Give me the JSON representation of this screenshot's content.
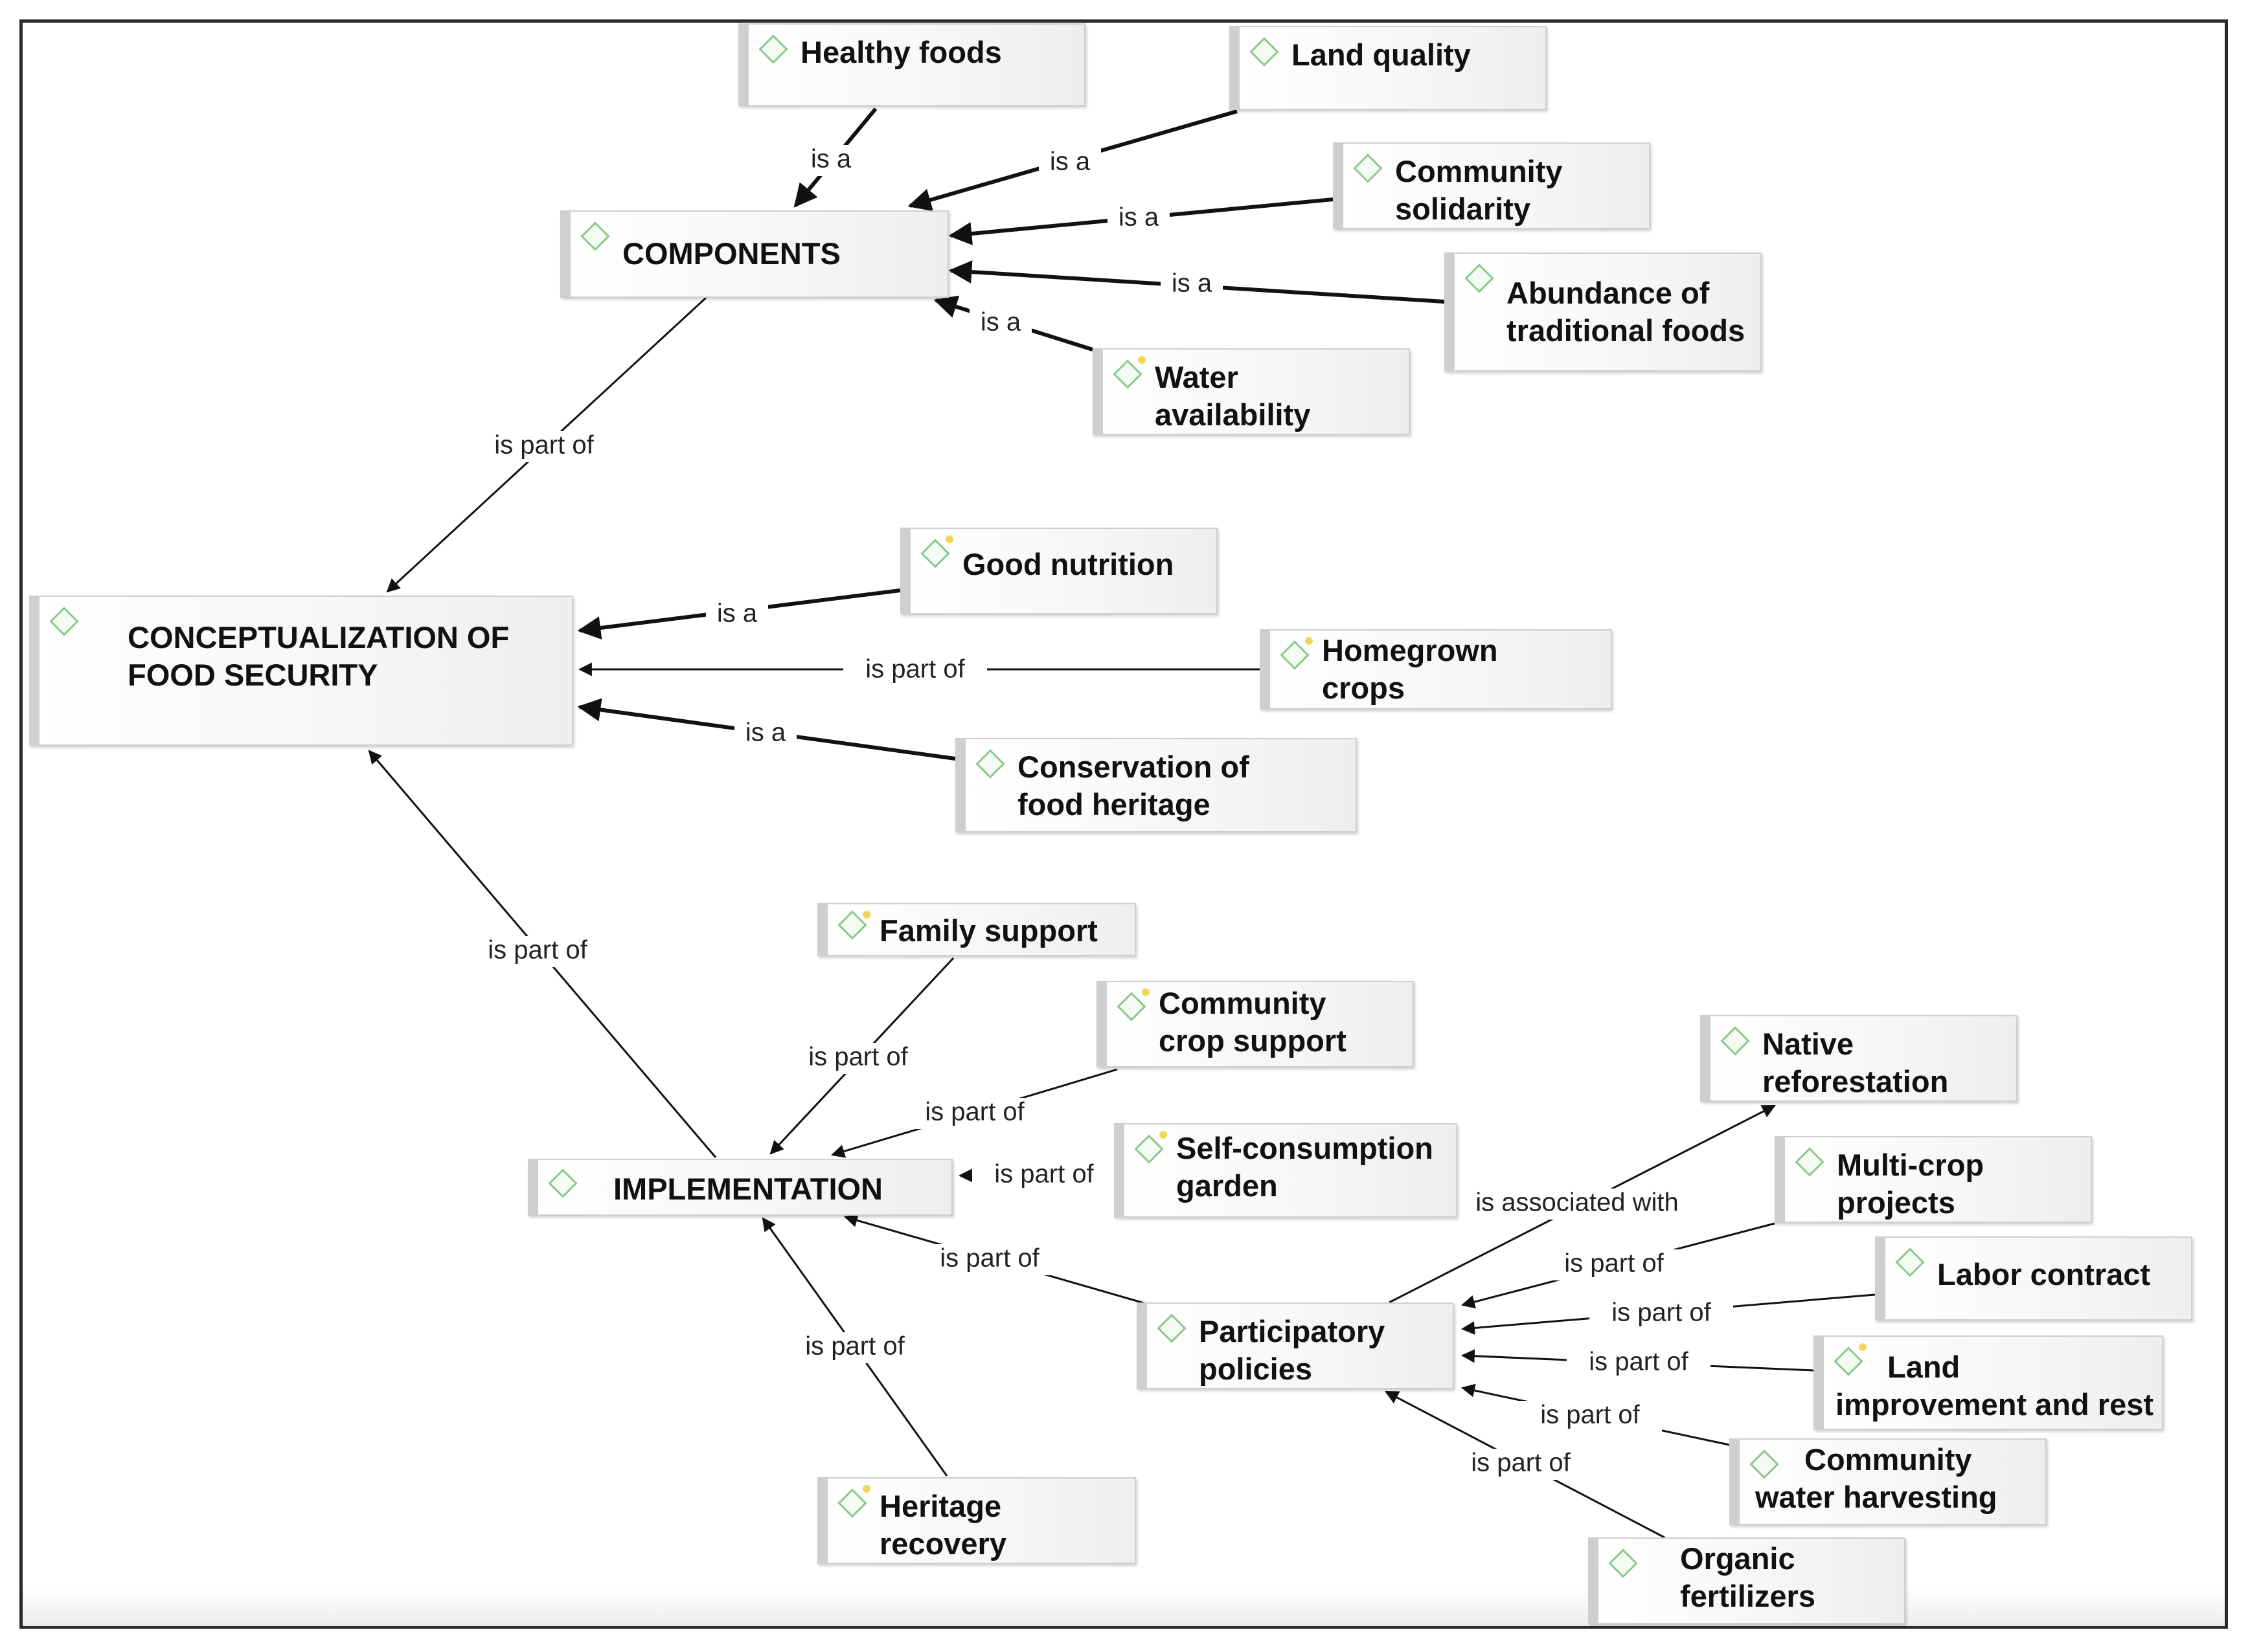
{
  "nodes": {
    "healthy_foods": "Healthy foods",
    "land_quality": "Land quality",
    "components": "COMPONENTS",
    "community_solidarity": "Community\nsolidarity",
    "abundance": "Abundance of\ntraditional foods",
    "water_availability": "Water\navailability",
    "good_nutrition": "Good nutrition",
    "conceptualization": "CONCEPTUALIZATION OF\nFOOD SECURITY",
    "homegrown": "Homegrown\ncrops",
    "conservation": "Conservation of\nfood heritage",
    "family_support": "Family support",
    "community_crop": "Community\ncrop support",
    "implementation": "IMPLEMENTATION",
    "self_consumption": "Self-consumption\ngarden",
    "native_reforestation": "Native\nreforestation",
    "multi_crop": "Multi-crop\nprojects",
    "labor_contract": "Labor contract",
    "participatory": "Participatory\npolicies",
    "land_improvement": "Land\nimprovement and rest",
    "community_water": "Community\nwater harvesting",
    "heritage_recovery": "Heritage\nrecovery",
    "organic_fertilizers": "Organic\nfertilizers"
  },
  "relations": {
    "is_a": "is a",
    "is_part_of": "is part of",
    "is_associated_with": "is associated with"
  },
  "edges": [
    {
      "from": "healthy_foods",
      "to": "components",
      "relation": "is_a"
    },
    {
      "from": "land_quality",
      "to": "components",
      "relation": "is_a"
    },
    {
      "from": "community_solidarity",
      "to": "components",
      "relation": "is_a"
    },
    {
      "from": "abundance",
      "to": "components",
      "relation": "is_a"
    },
    {
      "from": "water_availability",
      "to": "components",
      "relation": "is_a"
    },
    {
      "from": "components",
      "to": "conceptualization",
      "relation": "is_part_of"
    },
    {
      "from": "good_nutrition",
      "to": "conceptualization",
      "relation": "is_a"
    },
    {
      "from": "homegrown",
      "to": "conceptualization",
      "relation": "is_part_of"
    },
    {
      "from": "conservation",
      "to": "conceptualization",
      "relation": "is_a"
    },
    {
      "from": "implementation",
      "to": "conceptualization",
      "relation": "is_part_of"
    },
    {
      "from": "family_support",
      "to": "implementation",
      "relation": "is_part_of"
    },
    {
      "from": "community_crop",
      "to": "implementation",
      "relation": "is_part_of"
    },
    {
      "from": "self_consumption",
      "to": "implementation",
      "relation": "is_part_of"
    },
    {
      "from": "participatory",
      "to": "implementation",
      "relation": "is_part_of"
    },
    {
      "from": "heritage_recovery",
      "to": "implementation",
      "relation": "is_part_of"
    },
    {
      "from": "participatory",
      "to": "native_reforestation",
      "relation": "is_associated_with"
    },
    {
      "from": "multi_crop",
      "to": "participatory",
      "relation": "is_part_of"
    },
    {
      "from": "labor_contract",
      "to": "participatory",
      "relation": "is_part_of"
    },
    {
      "from": "land_improvement",
      "to": "participatory",
      "relation": "is_part_of"
    },
    {
      "from": "community_water",
      "to": "participatory",
      "relation": "is_part_of"
    },
    {
      "from": "organic_fertilizers",
      "to": "participatory",
      "relation": "is_part_of"
    }
  ]
}
